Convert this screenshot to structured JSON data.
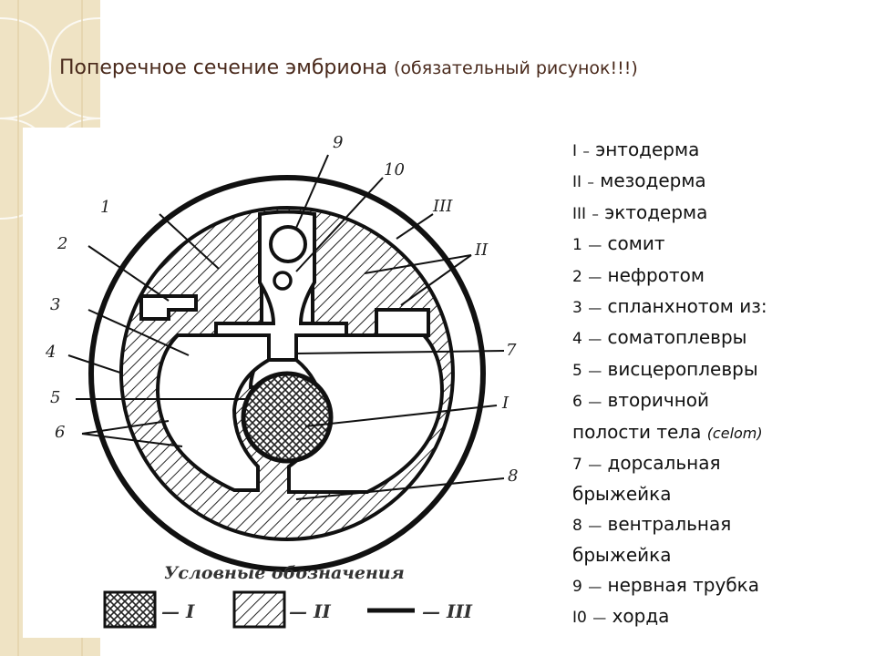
{
  "slide": {
    "title_main": "Поперечное сечение эмбриона",
    "title_note": "(обязательный рисунок!!!)"
  },
  "figure": {
    "labels": {
      "1": "1",
      "2": "2",
      "3": "3",
      "4": "4",
      "5": "5",
      "6": "6",
      "7": "7",
      "8": "8",
      "9": "9",
      "10": "10",
      "I": "I",
      "II": "II",
      "III": "III"
    },
    "key_title": "Условные обозначения",
    "key_items": [
      {
        "pattern": "cross-hatch",
        "label": "— I"
      },
      {
        "pattern": "diagonal-hatch",
        "label": "— II"
      },
      {
        "pattern": "line",
        "label": "— III"
      }
    ]
  },
  "legend": [
    {
      "key": "I",
      "sep": "–",
      "text": "энтодерма"
    },
    {
      "key": "II",
      "sep": "–",
      "text": "мезодерма"
    },
    {
      "key": "III",
      "sep": "–",
      "text": "эктодерма"
    },
    {
      "key": "1",
      "sep": "—",
      "text": "сомит"
    },
    {
      "key": "2",
      "sep": "—",
      "text": "нефротом"
    },
    {
      "key": "3",
      "sep": "—",
      "text": "спланхнотом из:"
    },
    {
      "key": "4",
      "sep": "—",
      "text": "соматоплевры"
    },
    {
      "key": "5",
      "sep": "—",
      "text": "висцероплевры"
    },
    {
      "key": "6",
      "sep": "—",
      "text": "вторичной"
    },
    {
      "text": "полости тела",
      "note": "(celom)"
    },
    {
      "key": "7",
      "sep": "—",
      "text": "дорсальная"
    },
    {
      "text": "брыжейка"
    },
    {
      "key": "8",
      "sep": "—",
      "text": "вентральная"
    },
    {
      "text": "брыжейка"
    },
    {
      "key": "9",
      "sep": "—",
      "text": "нервная трубка"
    },
    {
      "key": "I0",
      "sep": "—",
      "text": "хорда"
    }
  ],
  "colors": {
    "title": "#4a2a1c",
    "strip": "#efe3c4",
    "ink": "#111111"
  }
}
